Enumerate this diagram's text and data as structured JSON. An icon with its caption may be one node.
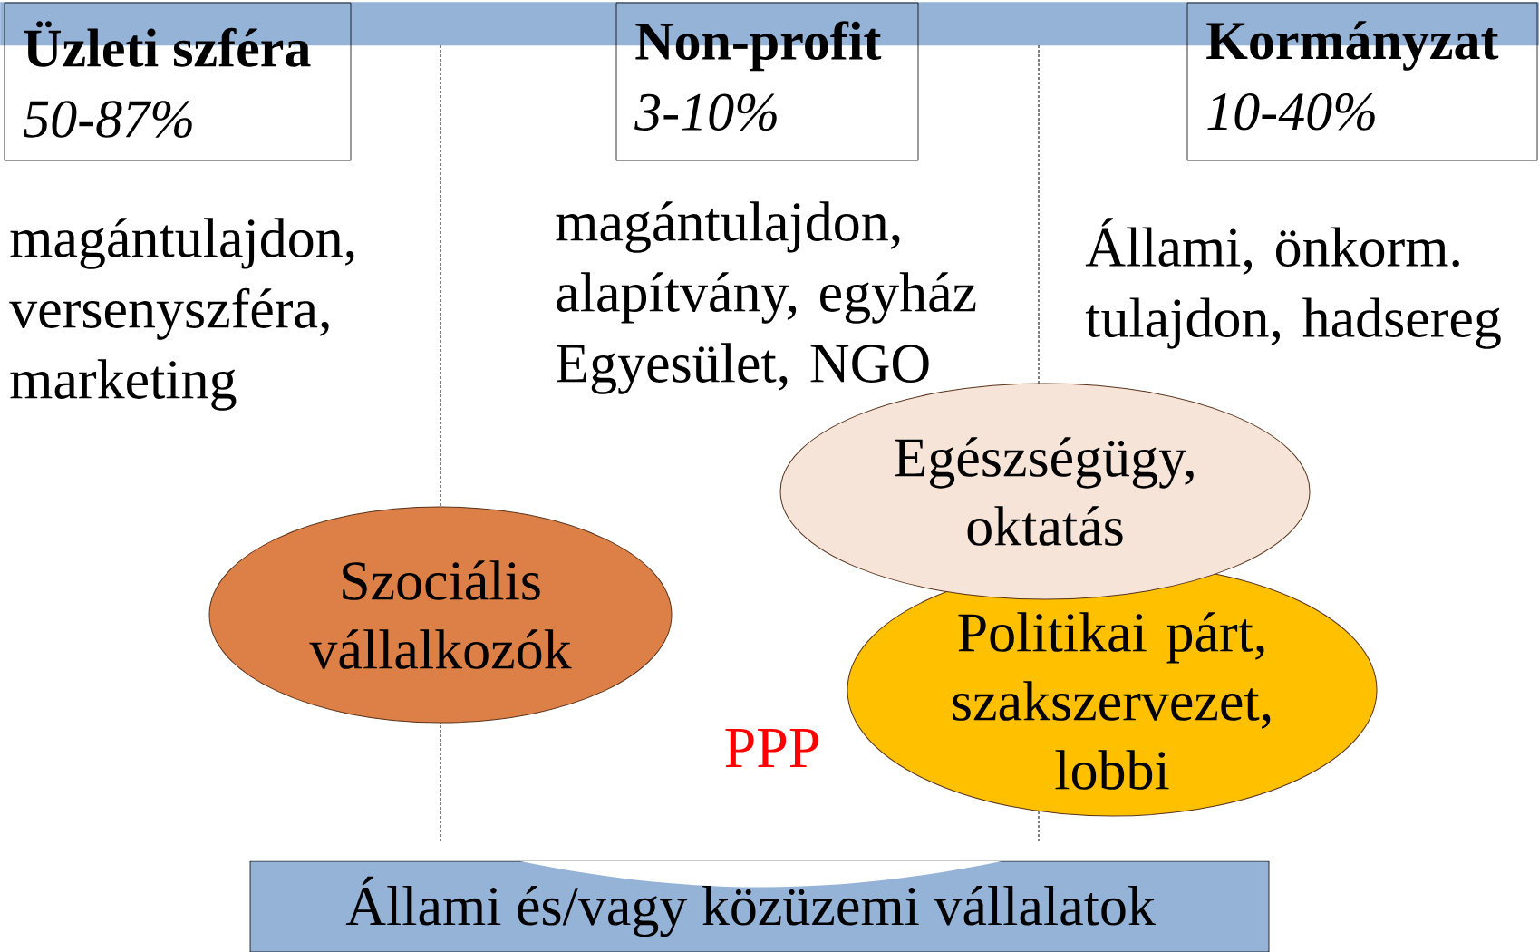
{
  "diagram": {
    "nodes": [
      {
        "text": [
          "Üzleti szféra",
          "50-87%"
        ]
      },
      {
        "text": [
          "Non-profit",
          "3-10%"
        ]
      },
      {
        "text": [
          "Kormányzat",
          "10-40%"
        ]
      },
      {
        "text": [
          "Szociális vállalkozók"
        ]
      },
      {
        "text": [
          "Politikai párt, szakszervezet, lobbi"
        ]
      },
      {
        "text": [
          "Egészségügy, oktatás"
        ]
      },
      {
        "text": [
          "Állami és/vagy közüzemi vállalatok"
        ]
      },
      {
        "text": [],
        "shape": "bar"
      }
    ],
    "labels": [
      "magántulajdon, versenyszféra, marketing",
      "magántulajdon, alapítvány, egyház Egyesület, NGO",
      "Állami, önkorm. tulajdon, hadsereg",
      "PPP"
    ]
  }
}
